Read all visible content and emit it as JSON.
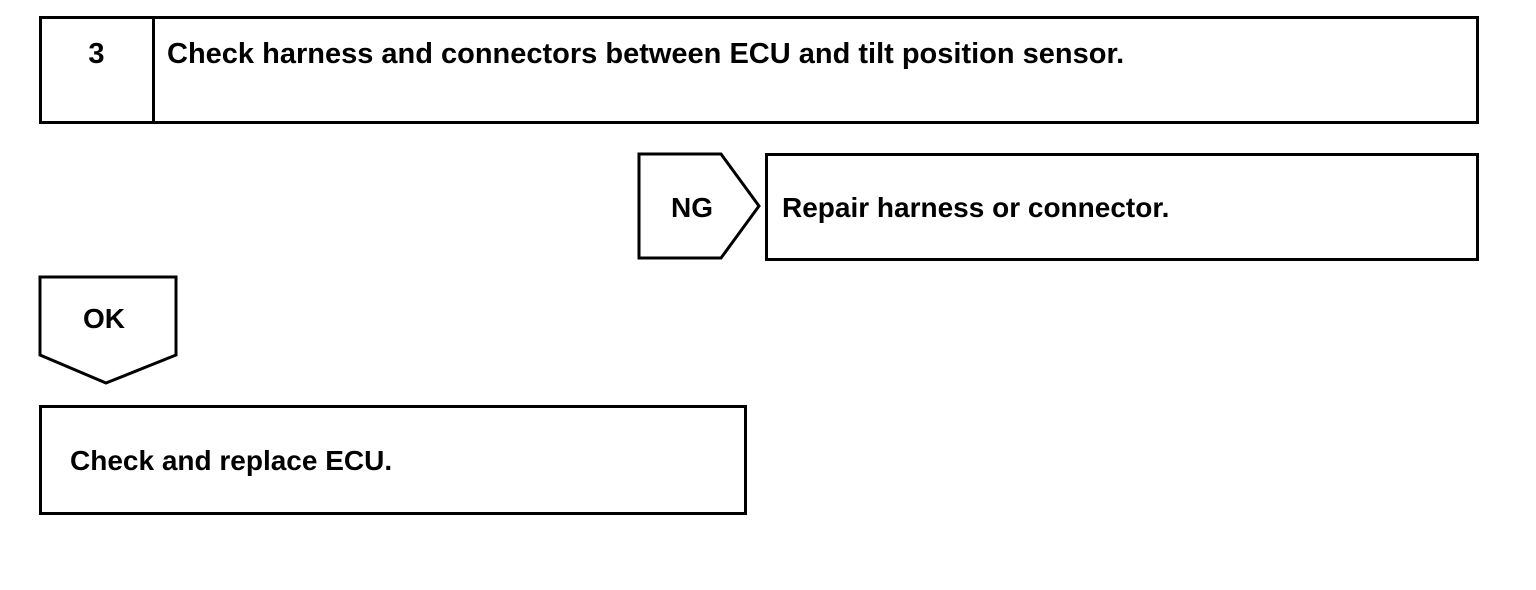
{
  "step": {
    "number": "3",
    "title": "Check harness and connectors between ECU and tilt position sensor."
  },
  "ng_branch": {
    "label": "NG",
    "action": "Repair harness or connector."
  },
  "ok_branch": {
    "label": "OK",
    "action": "Check and replace ECU."
  }
}
